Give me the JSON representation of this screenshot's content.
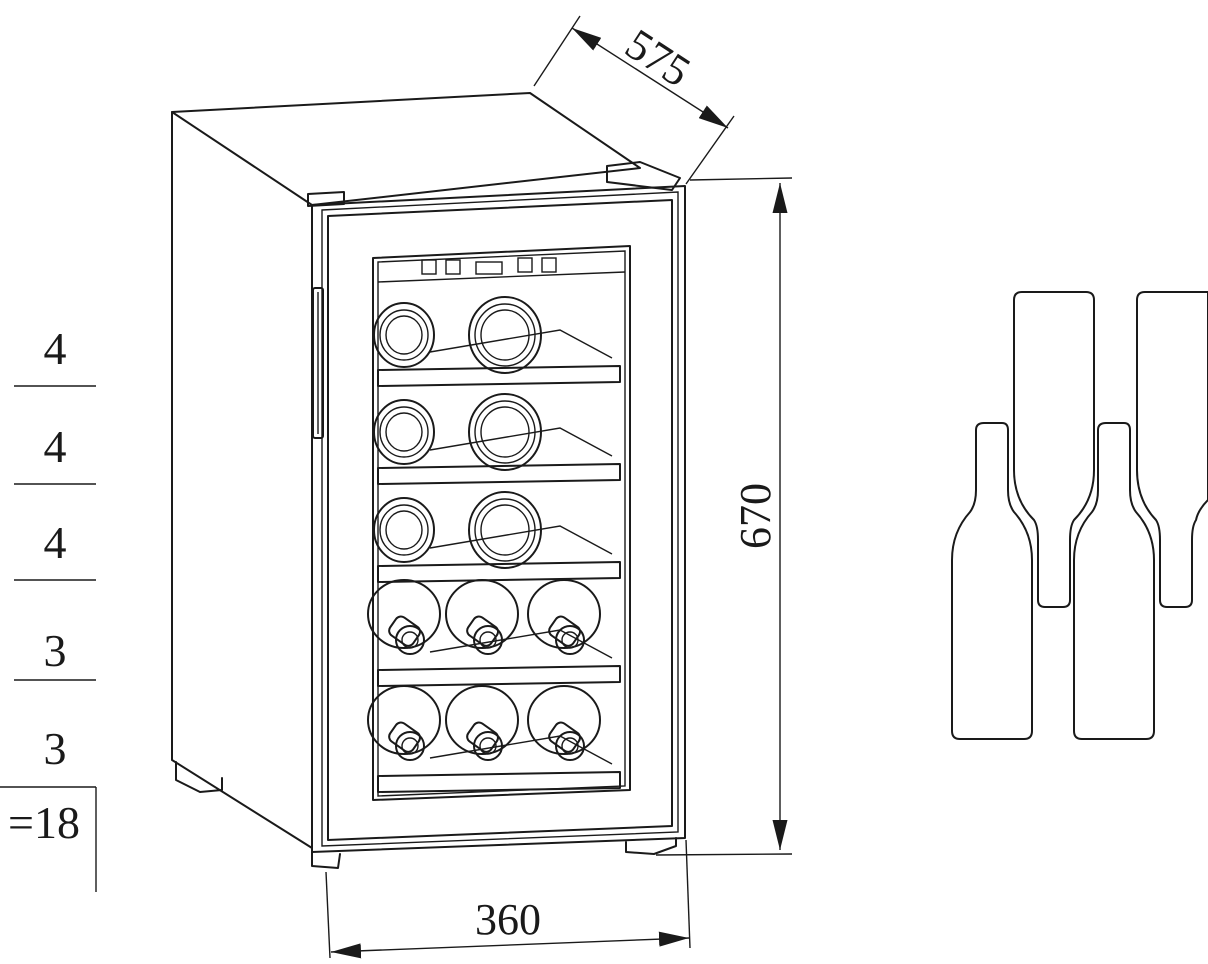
{
  "dimensions": {
    "depth": "575",
    "height": "670",
    "width": "360"
  },
  "shelf_counts": [
    "4",
    "4",
    "4",
    "3",
    "3"
  ],
  "total": "=18",
  "colors": {
    "line": "#1a1a1a",
    "background": "#ffffff"
  }
}
